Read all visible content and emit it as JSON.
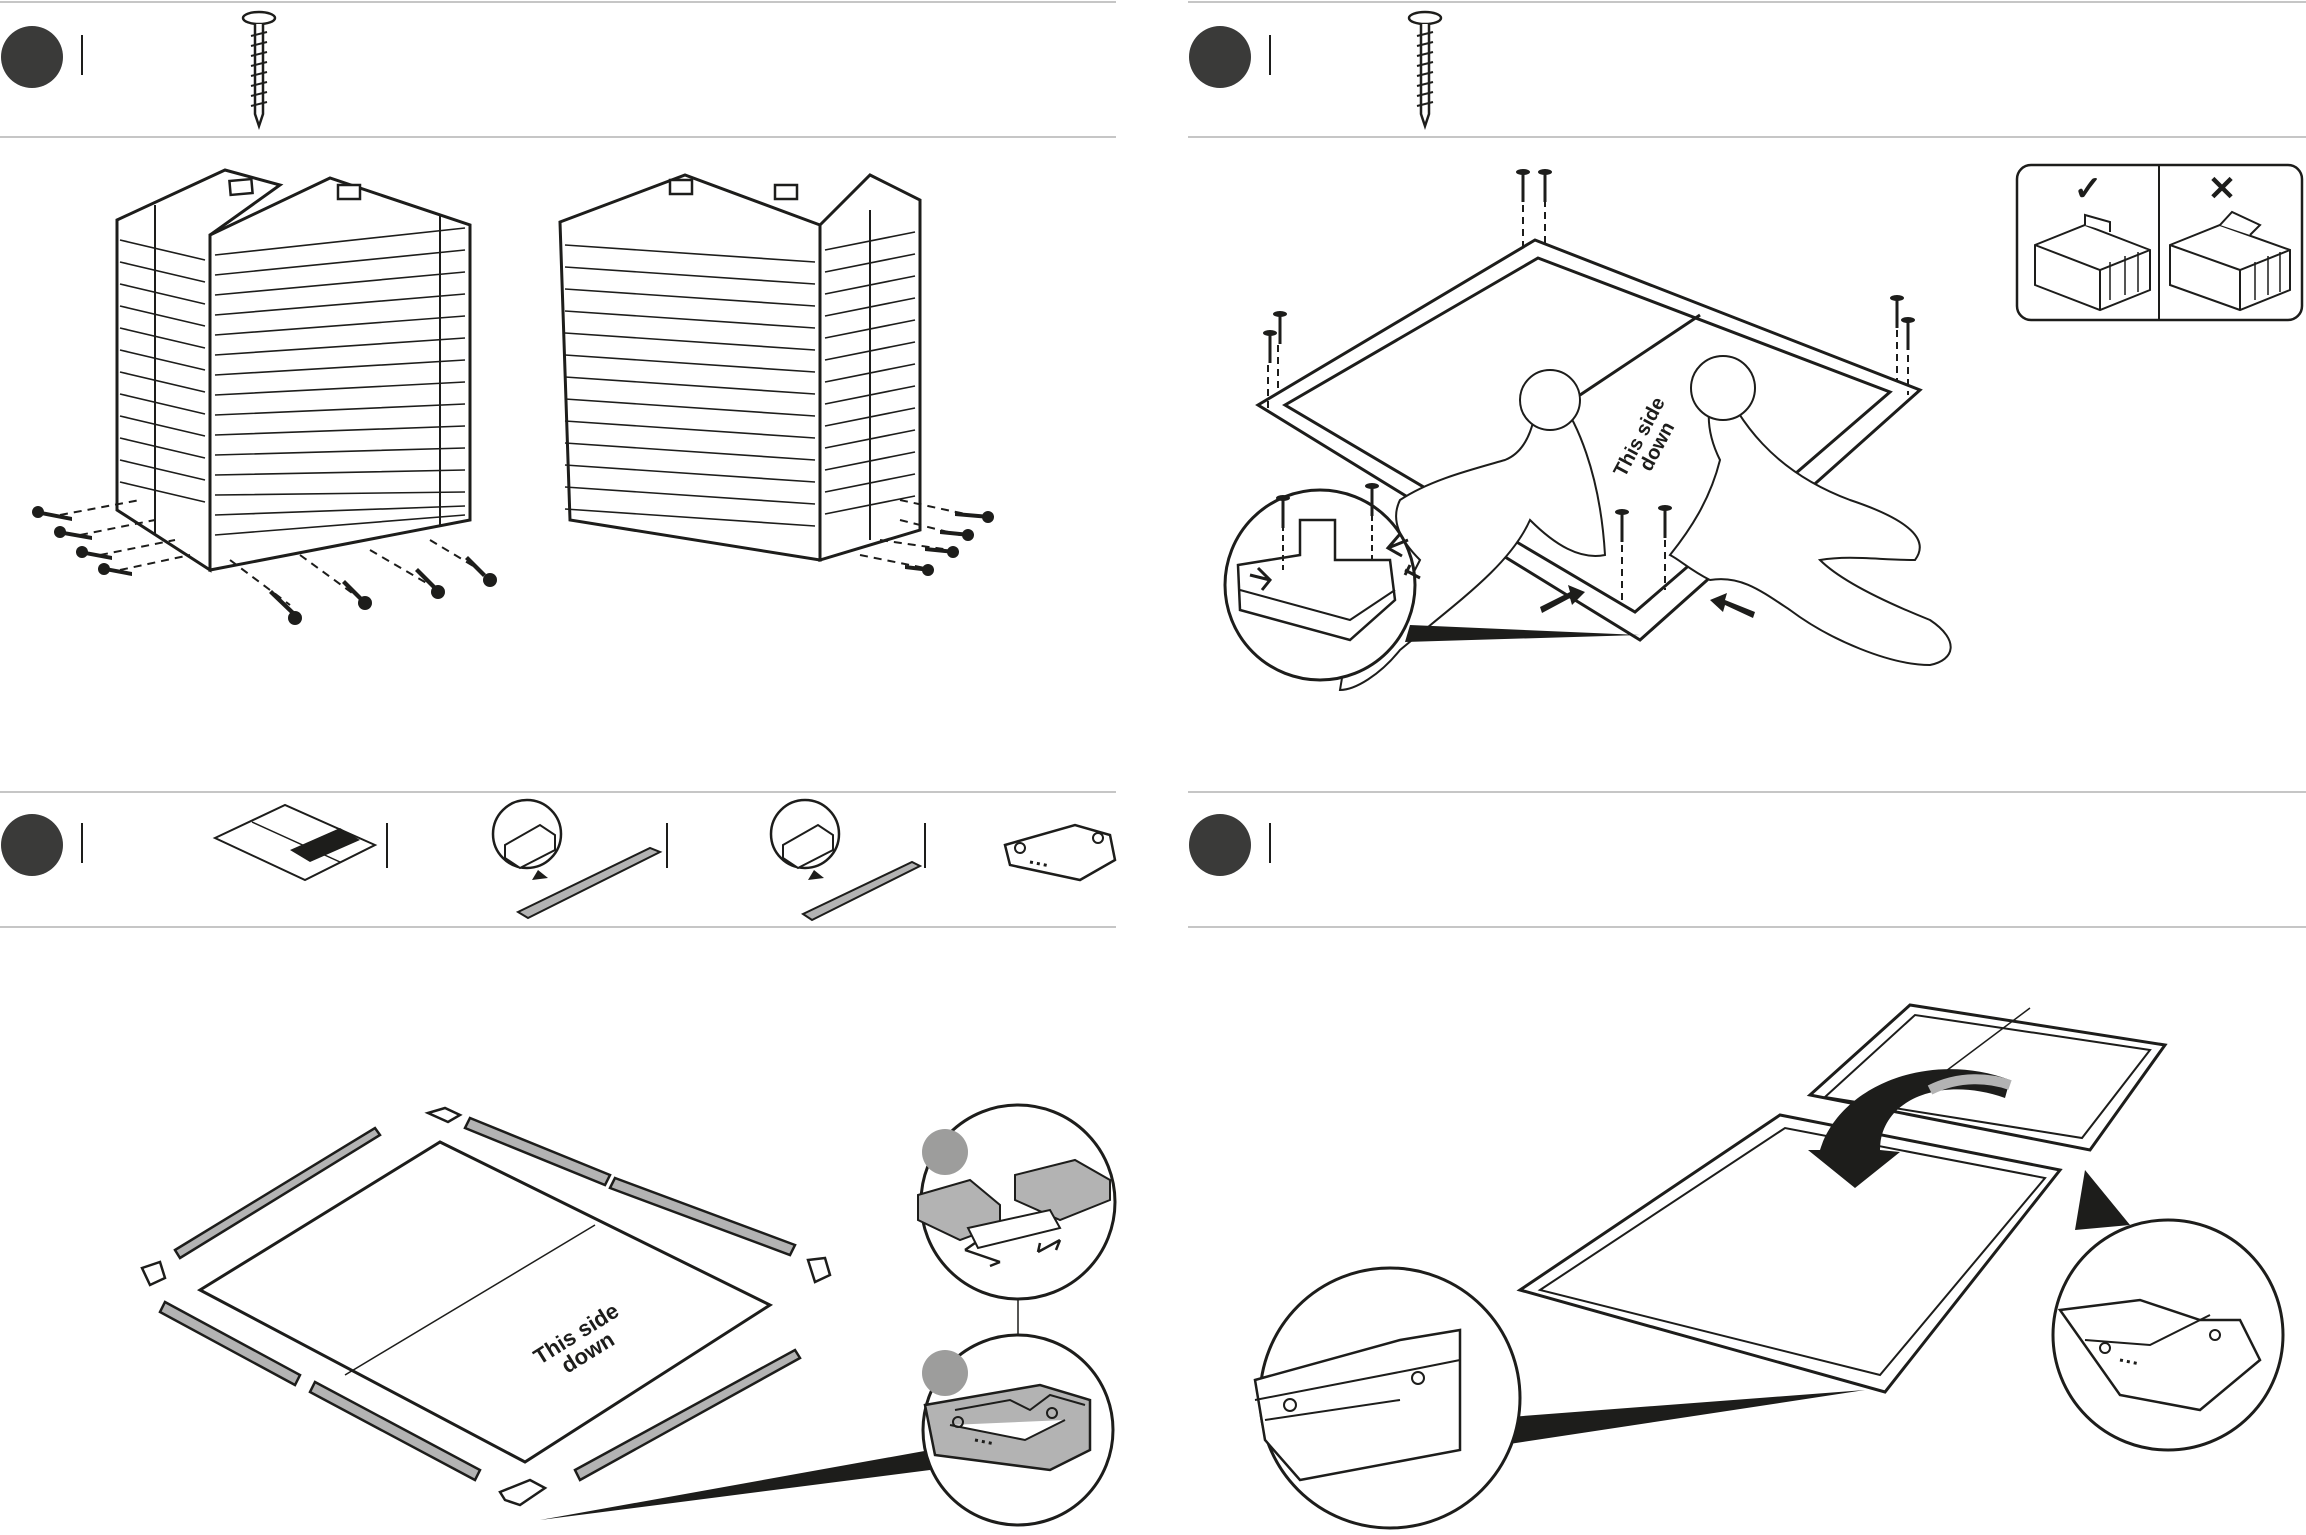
{
  "panels": [
    {
      "id": "step-a",
      "label_text": "This side down"
    },
    {
      "id": "step-b",
      "label_text": "This side down"
    },
    {
      "id": "step-c",
      "label_text": "This side down",
      "sheet_label": "This side down"
    },
    {
      "id": "step-d"
    }
  ],
  "labels": {
    "this_side": "This side",
    "down": "down"
  },
  "check": {
    "correct_mark": "✓",
    "wrong_mark": "✕"
  },
  "colors": {
    "ink": "#1d1d1b",
    "step_circle": "#3a3a39",
    "badge_grey": "#9d9d9c",
    "rule": "#c6c6c6",
    "shade": "#b3b3b3"
  },
  "icons": [
    "step-circle-icon",
    "screw-icon",
    "sheet-icon",
    "rail-profile-icon",
    "corner-connector-icon",
    "arrow-icon"
  ]
}
